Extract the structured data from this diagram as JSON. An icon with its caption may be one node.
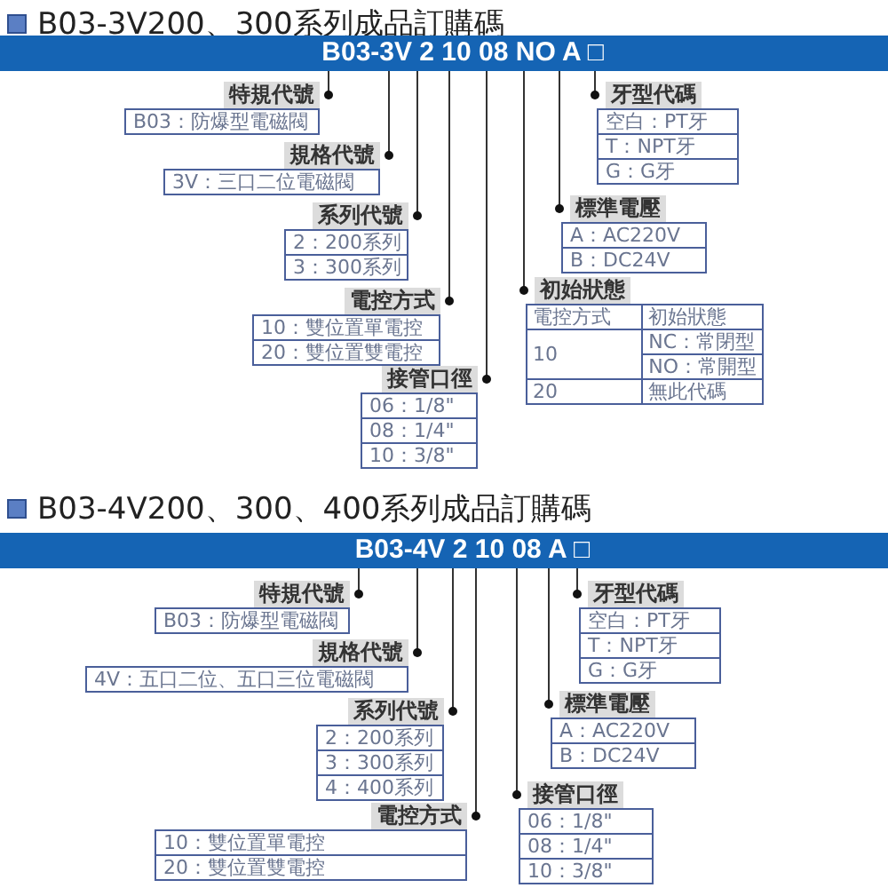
{
  "diagram": {
    "nodes": [
      {
        "text": [
          "B03-3V 2 10 08 NO A □"
        ]
      },
      {
        "text": [
          "特規代號",
          "B03：防爆型電磁閥"
        ]
      },
      {
        "text": [
          "規格代號",
          "3V：三口二位電磁閥"
        ]
      },
      {
        "text": [
          "系列代號",
          "2：200系列",
          "3：300系列"
        ]
      },
      {
        "text": [
          "電控方式",
          "10：雙位置單電控",
          "20：雙位置雙電控"
        ]
      },
      {
        "text": [
          "接管口徑",
          "06：1/8\"",
          "08：1/4\"",
          "10：3/8\""
        ]
      },
      {
        "text": [
          "牙型代碼",
          "空白：PT牙",
          "T：NPT牙",
          "G：G牙"
        ]
      },
      {
        "text": [
          "標準電壓",
          "A：AC220V",
          "B：DC24V"
        ]
      },
      {
        "text": [
          "初始狀態",
          "電控方式",
          "初始狀態",
          "10",
          "NC：常閉型",
          "NO：常開型",
          "20",
          "無此代碼"
        ]
      },
      {
        "text": [
          "B03-4V 2 10 08 A □"
        ]
      },
      {
        "text": [
          "特規代號",
          "B03：防爆型電磁閥"
        ]
      },
      {
        "text": [
          "規格代號",
          "4V：五口二位、五口三位電磁閥"
        ]
      },
      {
        "text": [
          "系列代號",
          "2：200系列",
          "3：300系列",
          "4：400系列"
        ]
      },
      {
        "text": [
          "電控方式",
          "10：雙位置單電控",
          "20：雙位置雙電控"
        ]
      },
      {
        "text": [
          "牙型代碼",
          "空白：PT牙",
          "T：NPT牙",
          "G：G牙"
        ]
      },
      {
        "text": [
          "標準電壓",
          "A：AC220V",
          "B：DC24V"
        ]
      },
      {
        "text": [
          "接管口徑",
          "06：1/8\"",
          "08：1/4\"",
          "10：3/8\""
        ]
      }
    ],
    "edges": [
      {
        "from": 0,
        "to": 1,
        "arrow": "other"
      },
      {
        "from": 0,
        "to": 2,
        "arrow": "other"
      },
      {
        "from": 0,
        "to": 3,
        "arrow": "other"
      },
      {
        "from": 0,
        "to": 4,
        "arrow": "other"
      },
      {
        "from": 0,
        "to": 5,
        "arrow": "other"
      },
      {
        "from": 0,
        "to": 6,
        "arrow": "other"
      },
      {
        "from": 0,
        "to": 7,
        "arrow": "other"
      },
      {
        "from": 0,
        "to": 8,
        "arrow": "other"
      },
      {
        "from": 9,
        "to": 10,
        "arrow": "other"
      },
      {
        "from": 9,
        "to": 11,
        "arrow": "other"
      },
      {
        "from": 9,
        "to": 12,
        "arrow": "other"
      },
      {
        "from": 9,
        "to": 13,
        "arrow": "other"
      },
      {
        "from": 9,
        "to": 14,
        "arrow": "other"
      },
      {
        "from": 9,
        "to": 15,
        "arrow": "other"
      },
      {
        "from": 9,
        "to": 16,
        "arrow": "other"
      }
    ],
    "labels": [
      "B03-3V200、300系列成品訂購碼",
      "B03-4V200、300、400系列成品訂購碼"
    ]
  }
}
